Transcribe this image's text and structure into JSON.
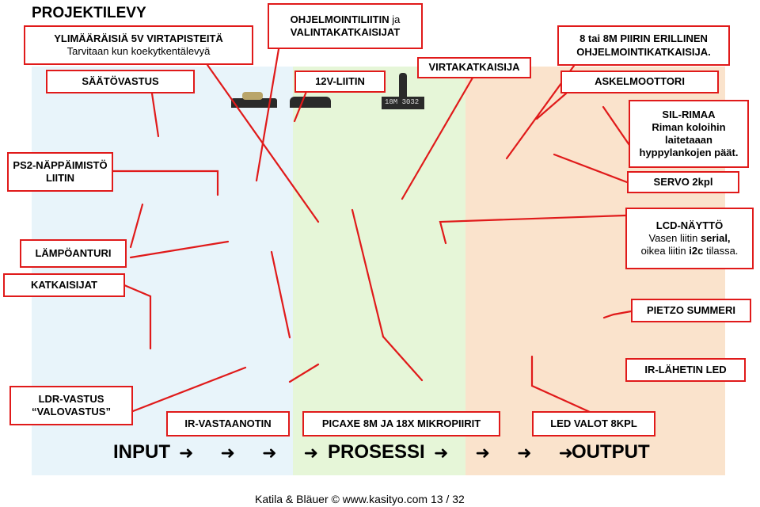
{
  "page": {
    "title": "PROJEKTILEVY",
    "footer": "Katila & Bläuer ©   www.kasityo.com  13 / 32"
  },
  "flow": {
    "input": "INPUT",
    "process": "PROSESSI",
    "output": "OUTPUT",
    "arrow_glyph": "➜ ➜ ➜ ➜"
  },
  "labels": {
    "ylimaaraisia_title": "YLIMÄÄRÄISIÄ 5V VIRTAPISTEITÄ",
    "ylimaaraisia_sub": "Tarvitaan kun koekytkentälevyä",
    "ohjelmointiliitin_l1a": "OHJELMOINTILIITIN",
    "ohjelmointiliitin_l1b": " ja",
    "ohjelmointiliitin_l2": "VALINTAKATKAISIJAT",
    "virtakatkaisija": "VIRTAKATKAISIJA",
    "piiri_l1": "8 tai 8M PIIRIN ERILLINEN",
    "piiri_l2": "OHJELMOINTIKATKAISIJA.",
    "saatovastus": "SÄÄTÖVASTUS",
    "v12_liitin": "12V-LIITIN",
    "askelmoottori": "ASKELMOOTTORI",
    "silrimaa_l1": "SIL-RIMAA",
    "silrimaa_l2": "Riman koloihin",
    "silrimaa_l3": "laitetaaan",
    "silrimaa_l4": "hyppylankojen päät.",
    "ps2_l1": "PS2-NÄPPÄIMISTÖ",
    "ps2_l2": "LIITIN",
    "servo": "SERVO 2kpl",
    "lampoanturi": "LÄMPÖANTURI",
    "lcd_l1": "LCD-NÄYTTÖ",
    "lcd_l2a": "Vasen liitin ",
    "lcd_l2b": "serial,",
    "lcd_l3a": "oikea liitin ",
    "lcd_l3b": "i2c",
    "lcd_l3c": " tilassa.",
    "katkaisijat": "KATKAISIJAT",
    "pietzo": "PIETZO SUMMERI",
    "ir_lahetin": "IR-LÄHETIN LED",
    "ldr_l1": "LDR-VASTUS",
    "ldr_l2": "“VALOVASTUS”",
    "ir_vastaanotin": "IR-VASTAANOTIN",
    "picaxe": "PICAXE 8M JA 18X MIKROPIIRIT",
    "led_valot": "LED VALOT 8KPL",
    "chip_marking": "18M 3032"
  },
  "colors": {
    "callout_border": "#e01a1a",
    "leader_line": "#e01a1a",
    "input_zone": "#e8f4fa",
    "process_zone": "#e6f6d8",
    "output_zone": "#fae3cc"
  }
}
